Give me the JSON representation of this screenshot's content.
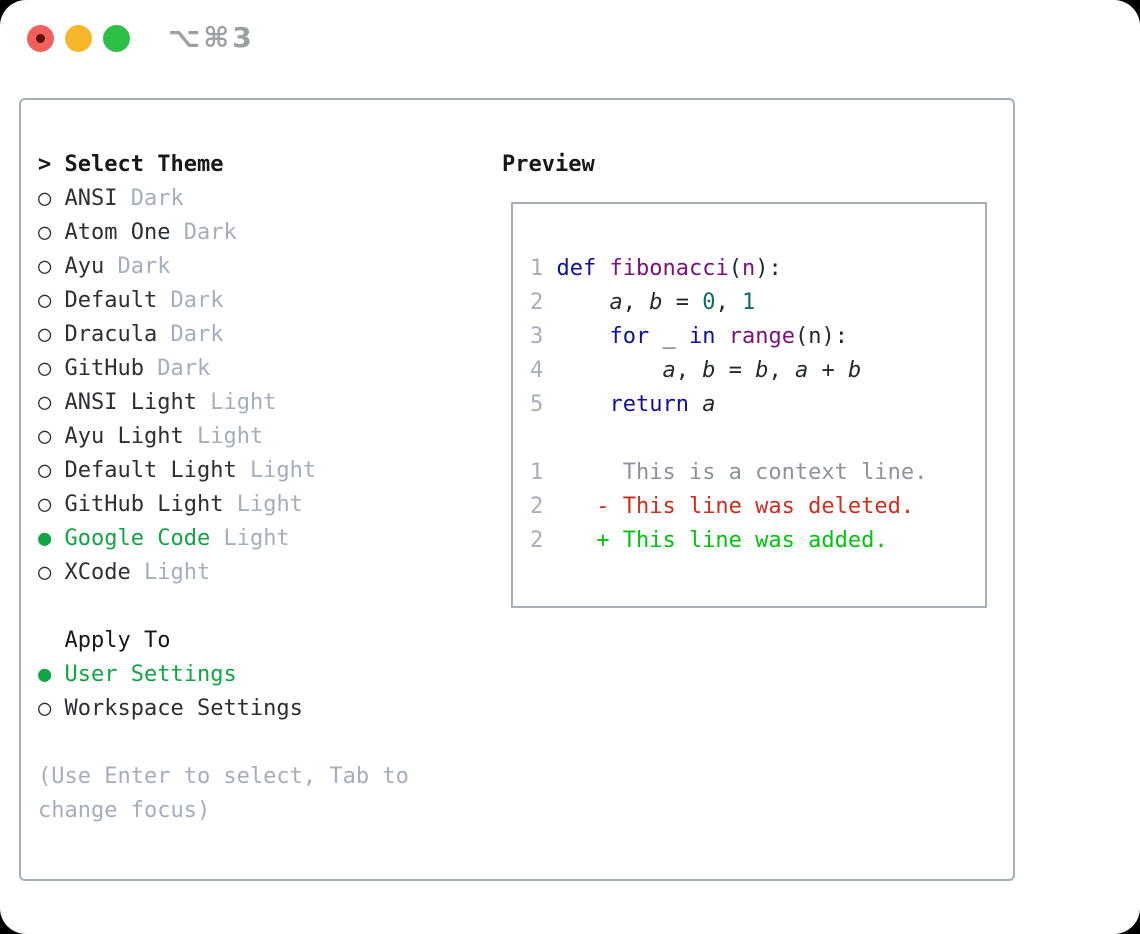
{
  "titlebar": {
    "shortcut": "⌥⌘3",
    "traffic_lights": [
      "close",
      "minimize",
      "zoom"
    ]
  },
  "theme_list": {
    "title": "Select Theme",
    "title_marker": ">",
    "marker_selected": "●",
    "marker_unselected": "○",
    "items": [
      {
        "name": "ANSI",
        "tag": "Dark",
        "selected": false
      },
      {
        "name": "Atom One",
        "tag": "Dark",
        "selected": false
      },
      {
        "name": "Ayu",
        "tag": "Dark",
        "selected": false
      },
      {
        "name": "Default",
        "tag": "Dark",
        "selected": false
      },
      {
        "name": "Dracula",
        "tag": "Dark",
        "selected": false
      },
      {
        "name": "GitHub",
        "tag": "Dark",
        "selected": false
      },
      {
        "name": "ANSI Light",
        "tag": "Light",
        "selected": false
      },
      {
        "name": "Ayu Light",
        "tag": "Light",
        "selected": false
      },
      {
        "name": "Default Light",
        "tag": "Light",
        "selected": false
      },
      {
        "name": "GitHub Light",
        "tag": "Light",
        "selected": false
      },
      {
        "name": "Google Code",
        "tag": "Light",
        "selected": true
      },
      {
        "name": "XCode",
        "tag": "Light",
        "selected": false
      }
    ]
  },
  "apply_to": {
    "title": "Apply To",
    "options": [
      {
        "name": "User Settings",
        "selected": true
      },
      {
        "name": "Workspace Settings",
        "selected": false
      }
    ]
  },
  "hint_lines": [
    "(Use Enter to select, Tab to",
    "change focus)"
  ],
  "preview": {
    "title": "Preview",
    "code_lines": [
      [
        {
          "c": "ln",
          "t": "1"
        },
        {
          "c": "pln",
          "t": " "
        },
        {
          "c": "kw",
          "t": "def"
        },
        {
          "c": "pln",
          "t": " "
        },
        {
          "c": "ttl",
          "t": "fibonacci"
        },
        {
          "c": "pln",
          "t": "("
        },
        {
          "c": "ttl",
          "t": "n"
        },
        {
          "c": "pln",
          "t": "):"
        }
      ],
      [
        {
          "c": "ln",
          "t": "2"
        },
        {
          "c": "pln",
          "t": "     "
        },
        {
          "c": "var",
          "t": "a"
        },
        {
          "c": "pln",
          "t": ", "
        },
        {
          "c": "var",
          "t": "b"
        },
        {
          "c": "pln",
          "t": " = "
        },
        {
          "c": "num",
          "t": "0"
        },
        {
          "c": "pln",
          "t": ", "
        },
        {
          "c": "num",
          "t": "1"
        }
      ],
      [
        {
          "c": "ln",
          "t": "3"
        },
        {
          "c": "pln",
          "t": "     "
        },
        {
          "c": "kw",
          "t": "for"
        },
        {
          "c": "pln",
          "t": " _ "
        },
        {
          "c": "kw",
          "t": "in"
        },
        {
          "c": "pln",
          "t": " "
        },
        {
          "c": "ttl",
          "t": "range"
        },
        {
          "c": "pln",
          "t": "(n):"
        }
      ],
      [
        {
          "c": "ln",
          "t": "4"
        },
        {
          "c": "pln",
          "t": "         "
        },
        {
          "c": "var",
          "t": "a"
        },
        {
          "c": "pln",
          "t": ", "
        },
        {
          "c": "var",
          "t": "b"
        },
        {
          "c": "pln",
          "t": " = "
        },
        {
          "c": "var",
          "t": "b"
        },
        {
          "c": "pln",
          "t": ", "
        },
        {
          "c": "var",
          "t": "a"
        },
        {
          "c": "pln",
          "t": " + "
        },
        {
          "c": "var",
          "t": "b"
        }
      ],
      [
        {
          "c": "ln",
          "t": "5"
        },
        {
          "c": "pln",
          "t": "     "
        },
        {
          "c": "kw",
          "t": "return"
        },
        {
          "c": "pln",
          "t": " "
        },
        {
          "c": "var",
          "t": "a"
        }
      ],
      [],
      [
        {
          "c": "ln",
          "t": "1"
        },
        {
          "c": "ctx",
          "t": "      This is a context line."
        }
      ],
      [
        {
          "c": "ln",
          "t": "2"
        },
        {
          "c": "del",
          "t": "    - This line was deleted."
        }
      ],
      [
        {
          "c": "ln",
          "t": "2"
        },
        {
          "c": "add",
          "t": "    + This line was added."
        }
      ]
    ]
  },
  "colors": {
    "accent_green": "#12a445",
    "dim_text": "#a4aebc",
    "text": "#2b2f36",
    "heading": "#15181c",
    "border": "#a6aeb8",
    "shortcut": "#9aa0a6",
    "traffic_red": "#f2605c",
    "traffic_red_dot": "#5c1010",
    "traffic_yellow": "#f8b62a",
    "traffic_green": "#2ebf47",
    "code_keyword": "#10109c",
    "code_title": "#7c127c",
    "code_number": "#0e6b6b",
    "code_plain": "#24292f",
    "code_lineno": "#a4aebc",
    "code_context": "#8d939d",
    "code_deleted": "#cd2e1e",
    "code_added": "#00c40e"
  }
}
